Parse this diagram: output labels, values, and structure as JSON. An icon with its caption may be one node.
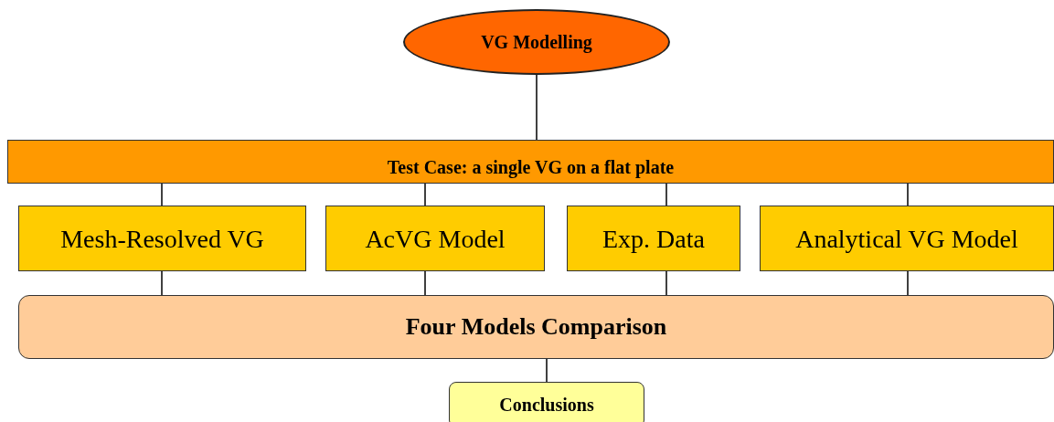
{
  "diagram": {
    "nodes": [
      {
        "text": [
          "VG Modelling"
        ]
      },
      {
        "text": [
          "Test Case: a single VG on a flat plate"
        ]
      },
      {
        "text": [
          "Mesh-Resolved VG"
        ]
      },
      {
        "text": [
          "AcVG Model"
        ]
      },
      {
        "text": [
          "Exp. Data"
        ]
      },
      {
        "text": [
          "Analytical VG Model"
        ]
      },
      {
        "text": [
          "Four Models Comparison"
        ]
      },
      {
        "text": [
          "Conclusions"
        ]
      }
    ],
    "edges": [
      {
        "from": 0,
        "to": 1,
        "arrow": "none"
      },
      {
        "from": 1,
        "to": 2,
        "arrow": "none"
      },
      {
        "from": 1,
        "to": 3,
        "arrow": "none"
      },
      {
        "from": 1,
        "to": 4,
        "arrow": "none"
      },
      {
        "from": 1,
        "to": 5,
        "arrow": "none"
      },
      {
        "from": 2,
        "to": 6,
        "arrow": "none"
      },
      {
        "from": 3,
        "to": 6,
        "arrow": "none"
      },
      {
        "from": 4,
        "to": 6,
        "arrow": "none"
      },
      {
        "from": 5,
        "to": 6,
        "arrow": "none"
      },
      {
        "from": 6,
        "to": 7,
        "arrow": "none"
      }
    ]
  }
}
